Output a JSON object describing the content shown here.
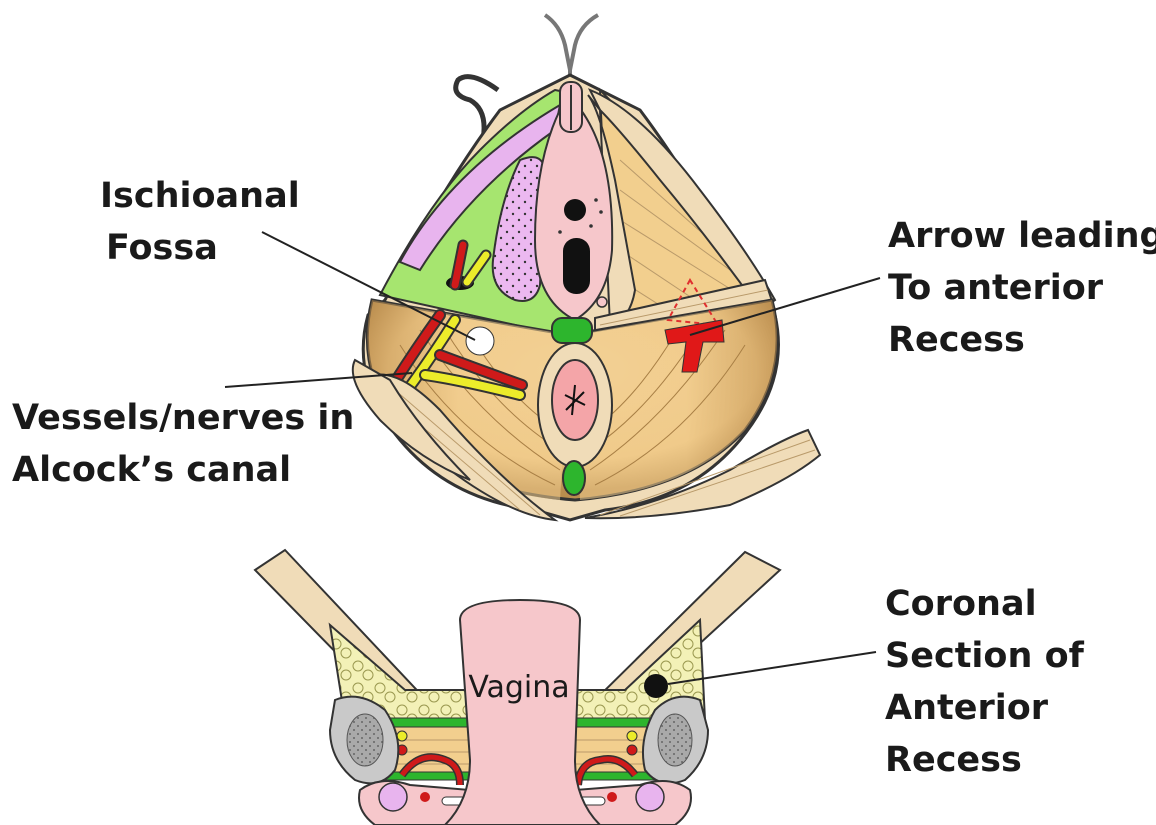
{
  "labels": {
    "ischioanal_fossa": [
      "Ischioanal",
      "Fossa"
    ],
    "arrow_anterior_recess": [
      "Arrow leading",
      "To anterior",
      "Recess"
    ],
    "vessels_nerves": [
      "Vessels/nerves in",
      "Alcock’s canal"
    ],
    "coronal_section": [
      "Coronal",
      "Section of",
      "Anterior",
      "Recess"
    ],
    "vagina": "Vagina"
  },
  "colors": {
    "fossa_green": "#a6e56f",
    "muscle_tan": "#f2cf8e",
    "muscle_beige": "#f0dcb8",
    "pink": "#f6c7cb",
    "lilac": "#e8b4ee",
    "artery_red": "#cf1a1a",
    "nerve_yellow": "#ecec2a",
    "fat_yellow": "#f1f0b4",
    "node_green": "#2db52d",
    "bone_gray": "#c9c9c9"
  }
}
